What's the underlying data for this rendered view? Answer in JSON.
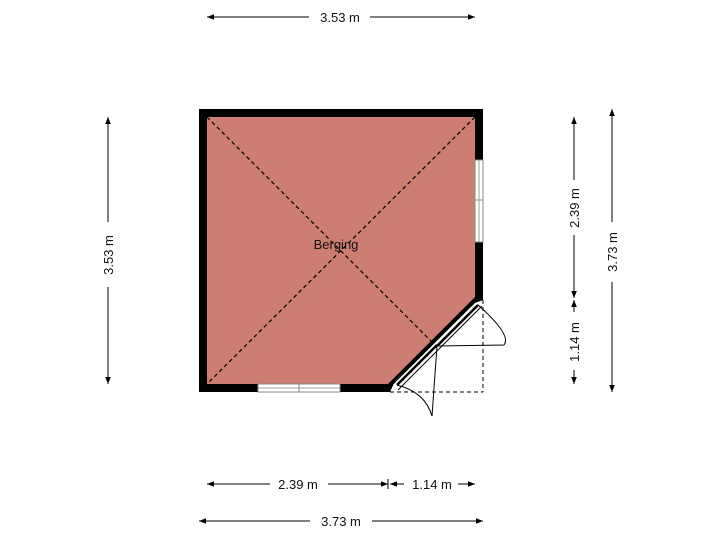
{
  "room": {
    "name": "Berging",
    "fill": "#cd7d71"
  },
  "colors": {
    "wall": "#000000",
    "dimension_line": "#000000",
    "window_frame": "#888888"
  },
  "dimensions": {
    "top_width": "3.53 m",
    "left_height": "3.53 m",
    "right_upper": "2.39 m",
    "right_lower": "1.14 m",
    "right_total": "3.73 m",
    "bottom_left": "2.39 m",
    "bottom_right": "1.14 m",
    "bottom_total": "3.73 m"
  }
}
